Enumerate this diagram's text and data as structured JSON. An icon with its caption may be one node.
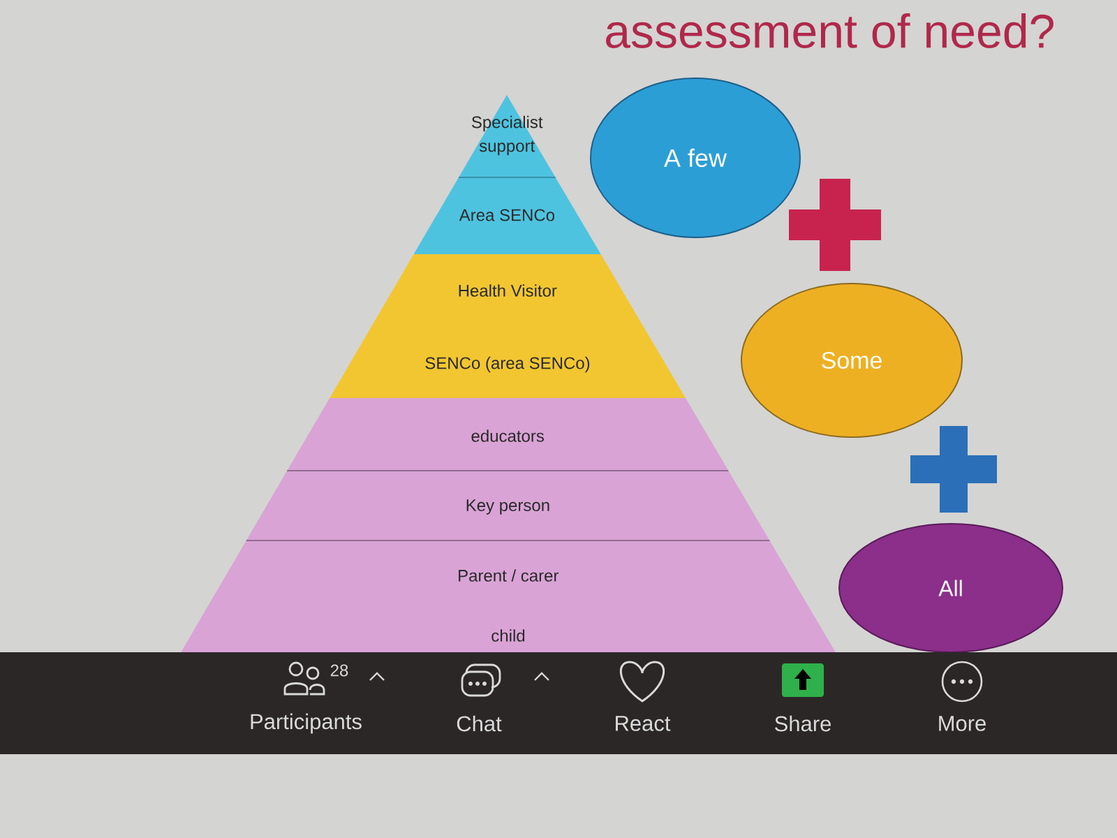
{
  "diagram": {
    "title": "assessment of need?",
    "nodes": [
      {
        "text": [
          "Specialist support"
        ]
      },
      {
        "text": [
          "Area SENCo"
        ]
      },
      {
        "text": [
          "Health Visitor"
        ]
      },
      {
        "text": [
          "SENCo (area SENCo)"
        ]
      },
      {
        "text": [
          "educators"
        ]
      },
      {
        "text": [
          "Key person"
        ]
      },
      {
        "text": [
          "Parent / carer"
        ]
      },
      {
        "text": [
          "child"
        ]
      },
      {
        "text": [
          "A few"
        ]
      },
      {
        "text": [
          "Some"
        ]
      },
      {
        "text": [
          "All"
        ]
      }
    ],
    "labels": [
      "28",
      "Participants",
      "Chat",
      "React",
      "Share",
      "More"
    ]
  }
}
